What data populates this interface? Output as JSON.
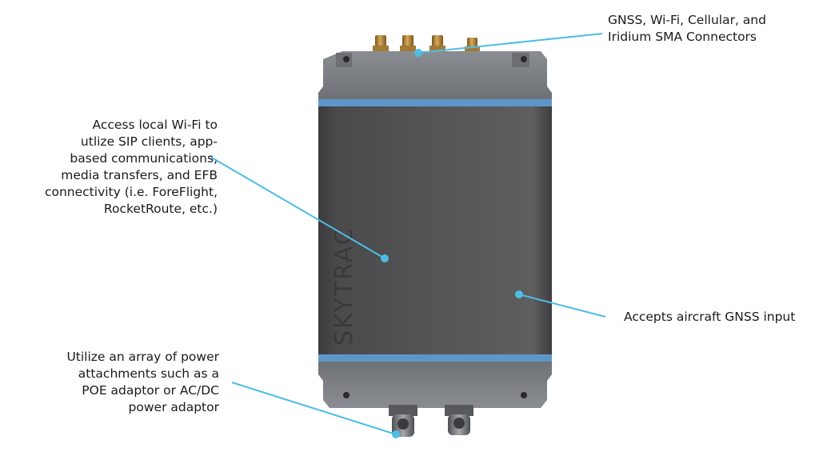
{
  "device": {
    "brand": "SKYTRAC",
    "colors": {
      "body": "#5e5e5e",
      "body_dark": "#3c3c3e",
      "cap": "#7e8185",
      "cap_dark": "#5b5e63",
      "stripe": "#5d97c9",
      "connector_gold": "#b8893e",
      "leader": "#4dbde6"
    }
  },
  "callouts": [
    {
      "id": "sma-connectors",
      "lines": [
        "GNSS, Wi-Fi, Cellular, and",
        "Iridium SMA Connectors"
      ]
    },
    {
      "id": "local-wifi",
      "lines": [
        "Access local Wi-Fi to",
        "utlize SIP clients, app-",
        "based communications,",
        "media transfers, and EFB",
        "connectivity (i.e. ForeFlight,",
        "RocketRoute, etc.)"
      ]
    },
    {
      "id": "gnss-input",
      "lines": [
        "Accepts aircraft GNSS input"
      ]
    },
    {
      "id": "power",
      "lines": [
        "Utilize an array of power",
        "attachments such as a",
        "POE adaptor or AC/DC",
        "power adaptor"
      ]
    }
  ]
}
